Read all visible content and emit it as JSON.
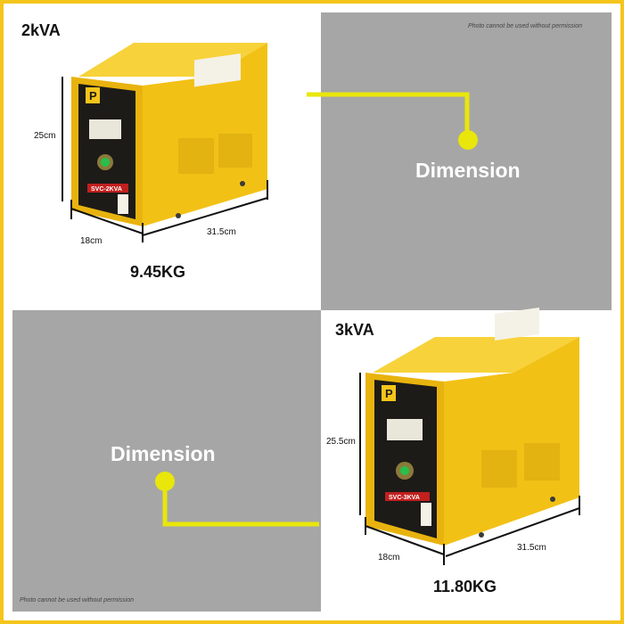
{
  "top_left": {
    "title": "2kVA",
    "height_label": "25cm",
    "depth_label": "18cm",
    "width_label": "31.5cm",
    "weight": "9.45KG",
    "model": "SVC-2KVA"
  },
  "top_right": {
    "watermark": "Photo cannot be used without permission",
    "dimension_label": "Dimension"
  },
  "bottom_left": {
    "dimension_label": "Dimension",
    "watermark": "Photo cannot be used without permission"
  },
  "bottom_right": {
    "title": "3kVA",
    "height_label": "25.5cm",
    "depth_label": "18cm",
    "width_label": "31.5cm",
    "weight": "11.80KG",
    "model": "SVC-3KVA"
  },
  "colors": {
    "frame": "#f4c51a",
    "gray": "#a6a6a6",
    "yellow": "#f5c51a",
    "panel": "#1d1b18",
    "accent": "#e9e60b"
  }
}
